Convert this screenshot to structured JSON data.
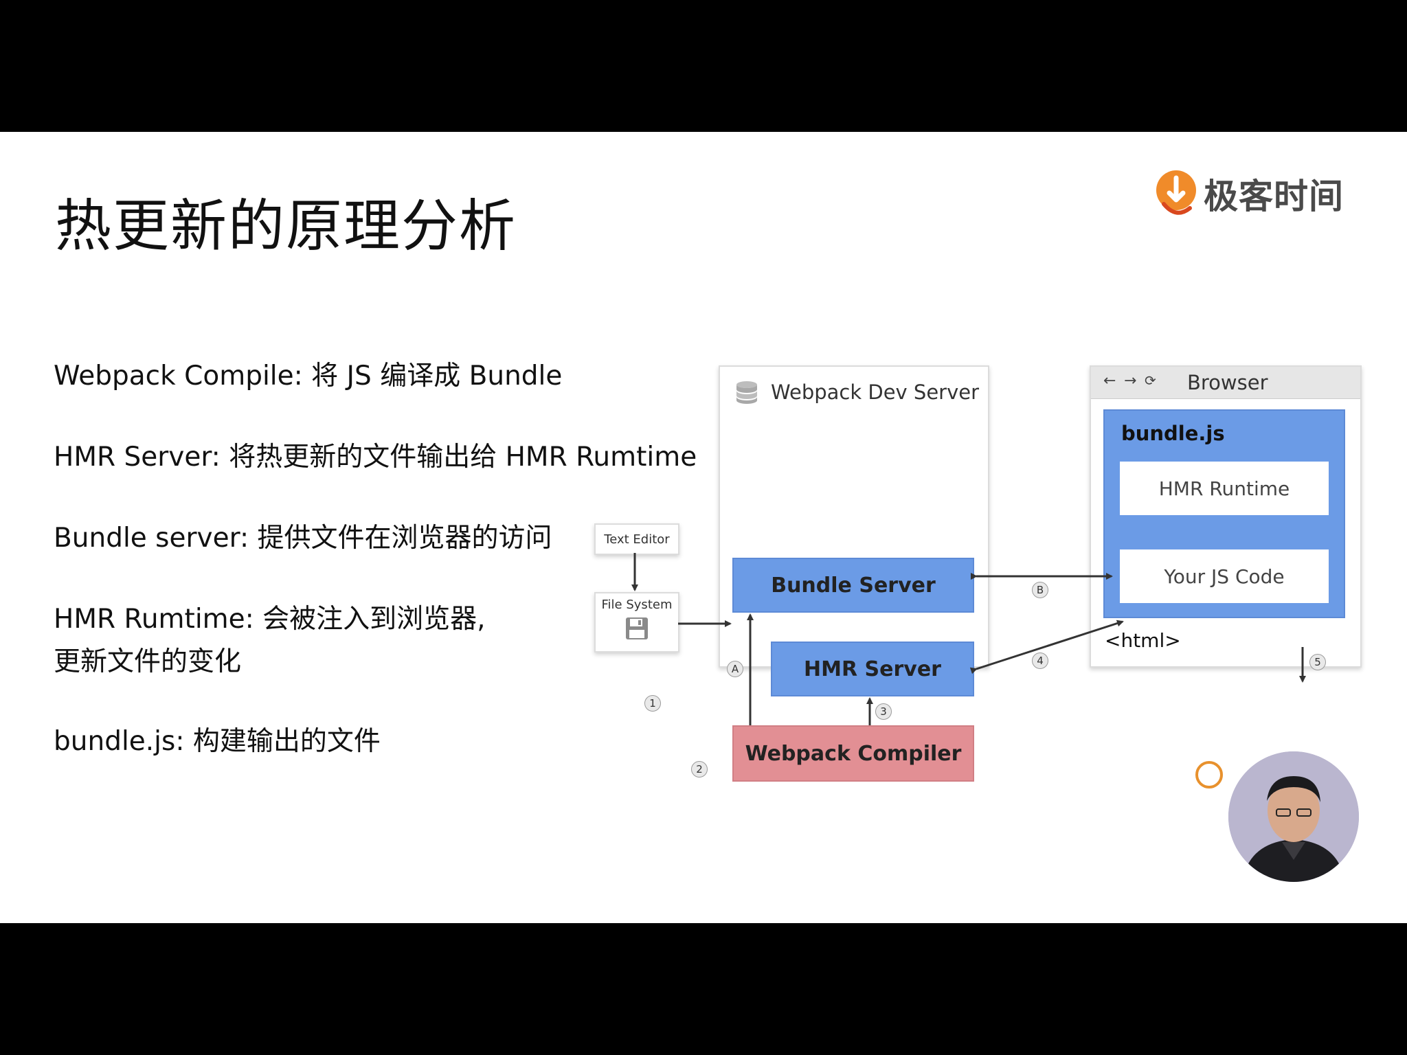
{
  "title": "热更新的原理分析",
  "brand": {
    "name": "极客时间"
  },
  "bullets": [
    "Webpack Compile: 将 JS 编译成 Bundle",
    "HMR Server: 将热更新的文件输出给 HMR Rumtime",
    "Bundle server: 提供文件在浏览器的访问",
    "HMR Rumtime: 会被注入到浏览器,",
    "更新文件的变化",
    "bundle.js: 构建输出的文件"
  ],
  "diagram": {
    "text_editor": "Text Editor",
    "file_system": "File System",
    "dev_server": {
      "title": "Webpack Dev Server",
      "bundle_server": "Bundle Server",
      "hmr_server": "HMR Server",
      "compiler": "Webpack Compiler"
    },
    "browser": {
      "title": "Browser",
      "nav_icons": [
        "←",
        "→",
        "⟳"
      ],
      "bundle_label": "bundle.js",
      "hmr_runtime": "HMR Runtime",
      "your_code": "Your JS Code",
      "html_label": "<html>"
    },
    "badges": {
      "b1": "1",
      "b2": "2",
      "b3": "3",
      "b4": "4",
      "b5": "5",
      "bA": "A",
      "bB": "B"
    }
  },
  "colors": {
    "blue": "#6b9be6",
    "red": "#e28f94",
    "accent_orange": "#e8912d"
  }
}
